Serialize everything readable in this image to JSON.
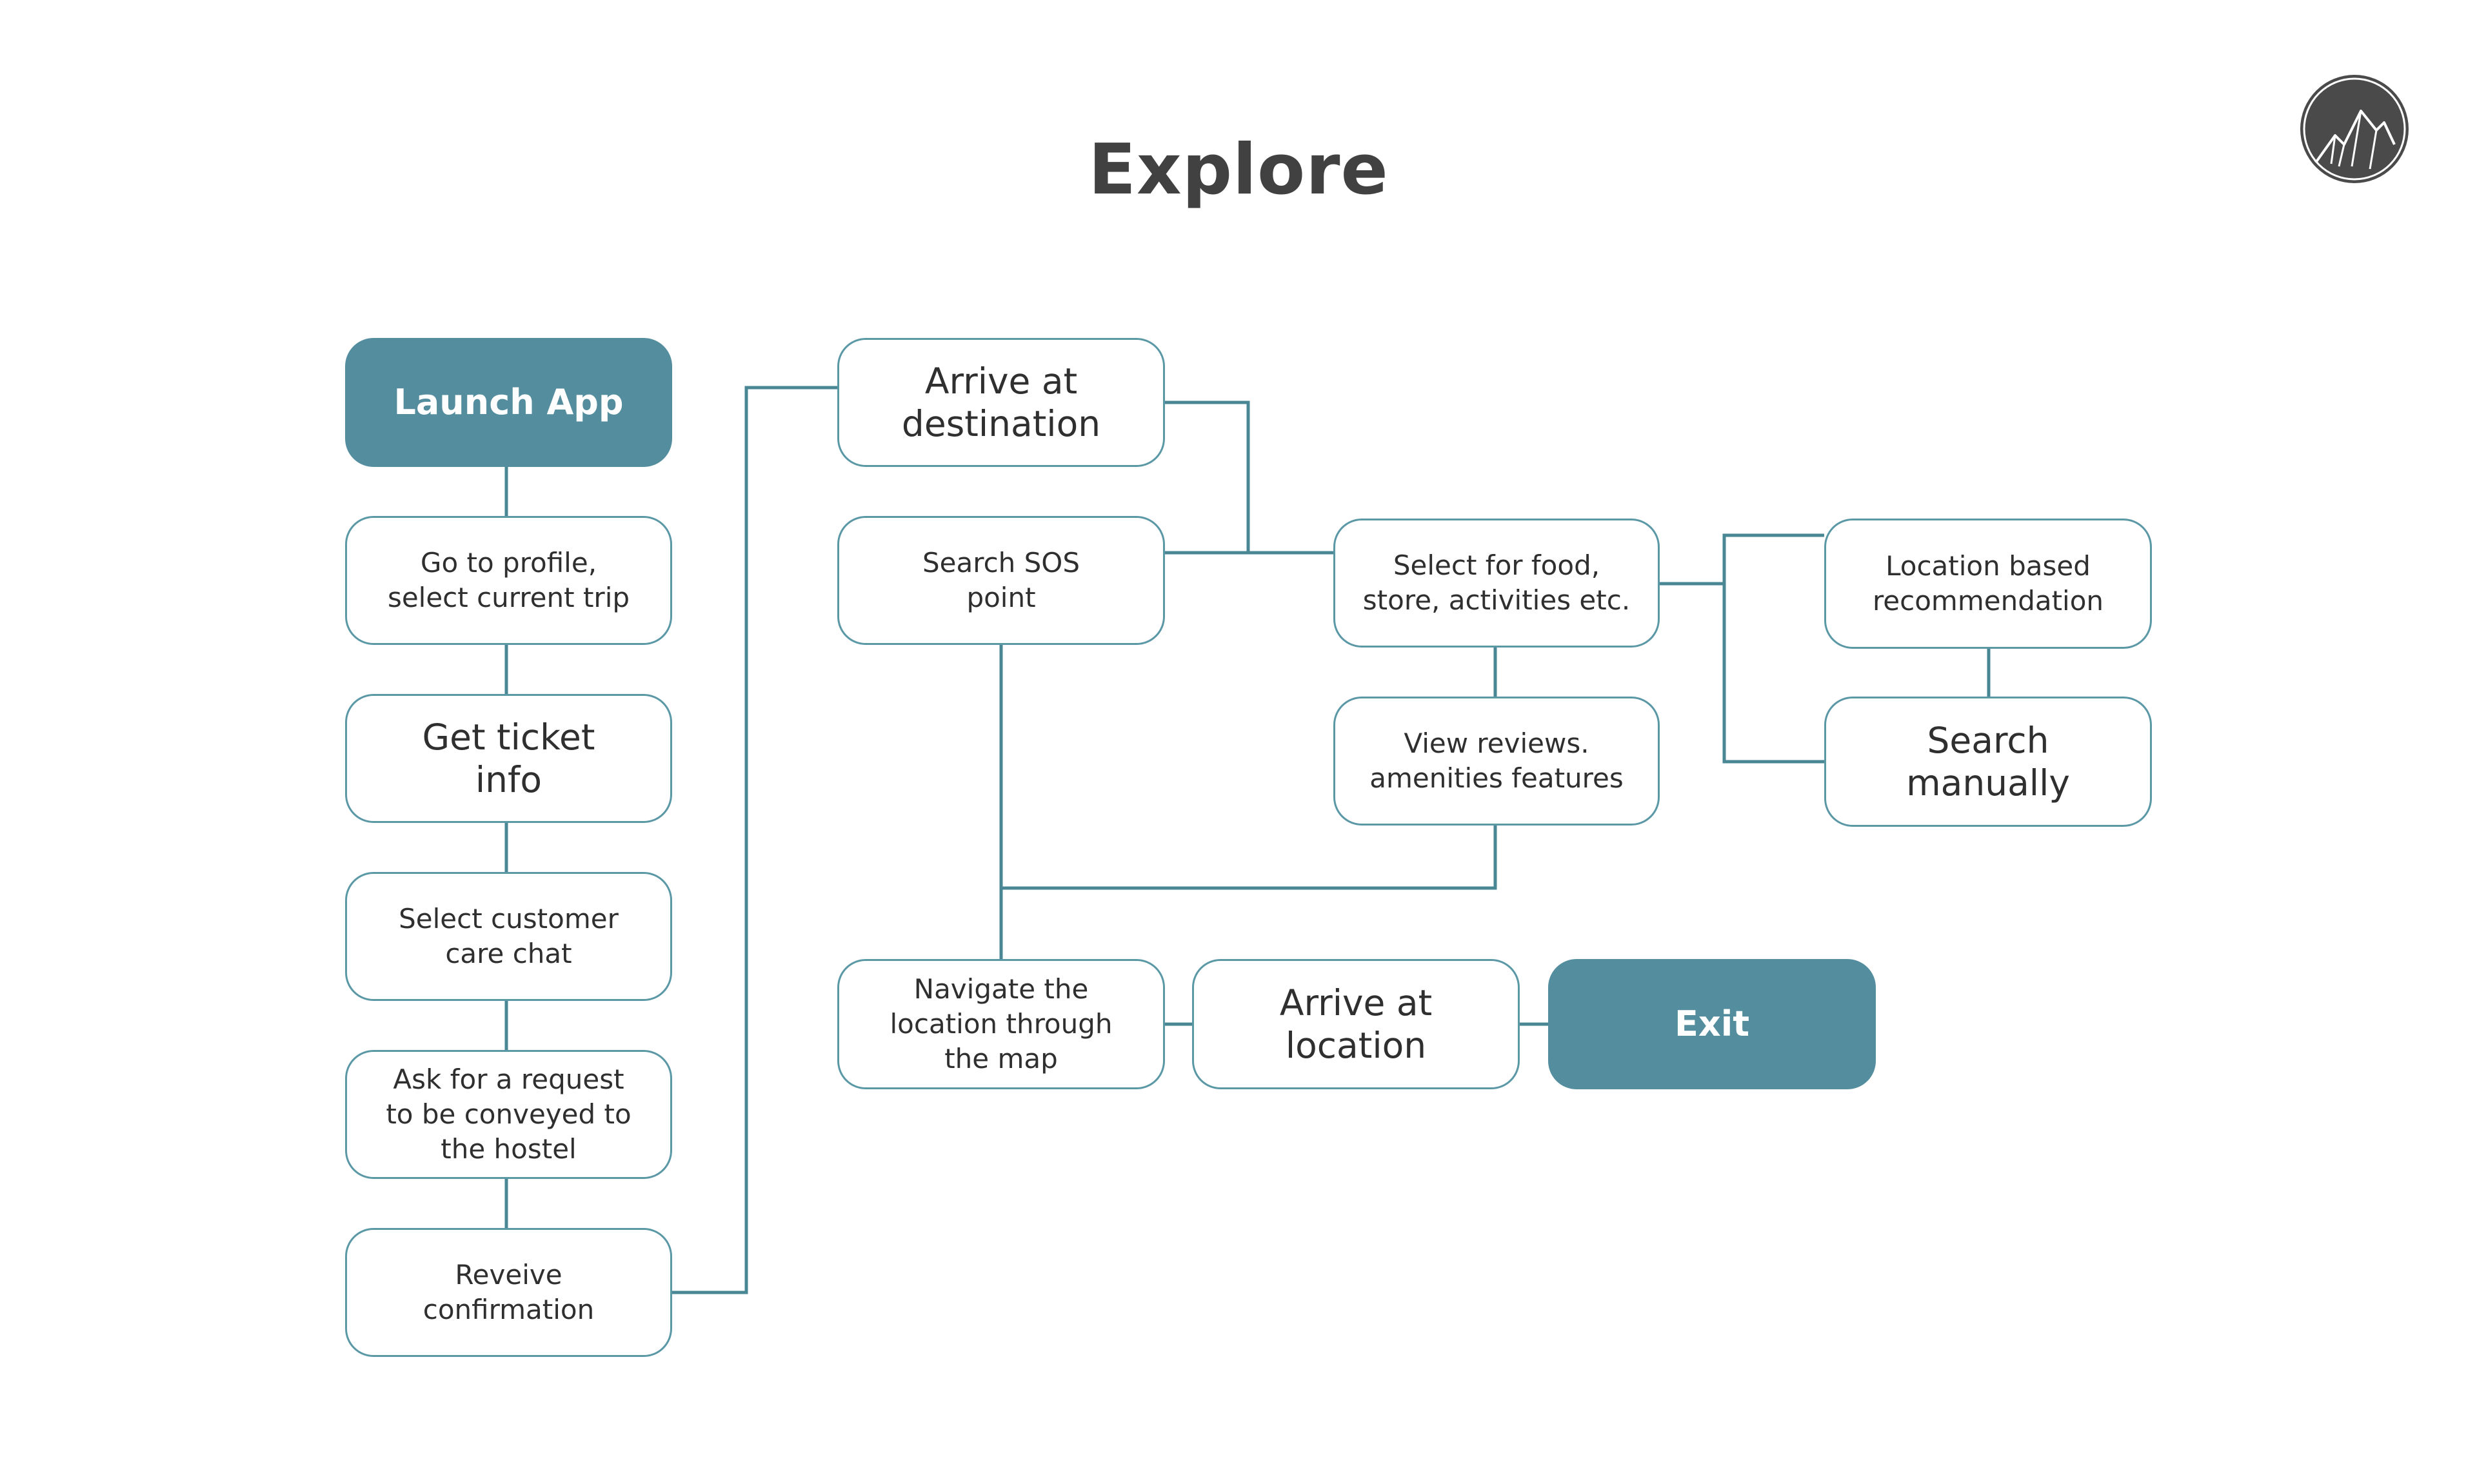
{
  "title": "Explore",
  "colors": {
    "accent": "#548e9e",
    "connector": "#4a8794",
    "node_border": "#5b98a6",
    "title_text": "#414141"
  },
  "logo": {
    "icon": "mountain-logo-icon"
  },
  "nodes": {
    "launch_app": "Launch App",
    "go_to_profile": "Go to profile,\nselect current trip",
    "get_ticket_info": "Get ticket\ninfo",
    "select_customer_care": "Select customer\ncare chat",
    "ask_request": "Ask for a request\nto be conveyed to\nthe hostel",
    "receive_confirmation": "Reveive\nconfirmation",
    "arrive_destination": "Arrive at\ndestination",
    "search_sos": "Search SOS\npoint",
    "select_food": "Select for food,\nstore, activities etc.",
    "view_reviews": "View reviews.\namenities features",
    "location_recommendation": "Location based\nrecommendation",
    "search_manually": "Search\nmanually",
    "navigate_location": "Navigate the\nlocation through\nthe map",
    "arrive_location": "Arrive at\nlocation",
    "exit": "Exit"
  }
}
